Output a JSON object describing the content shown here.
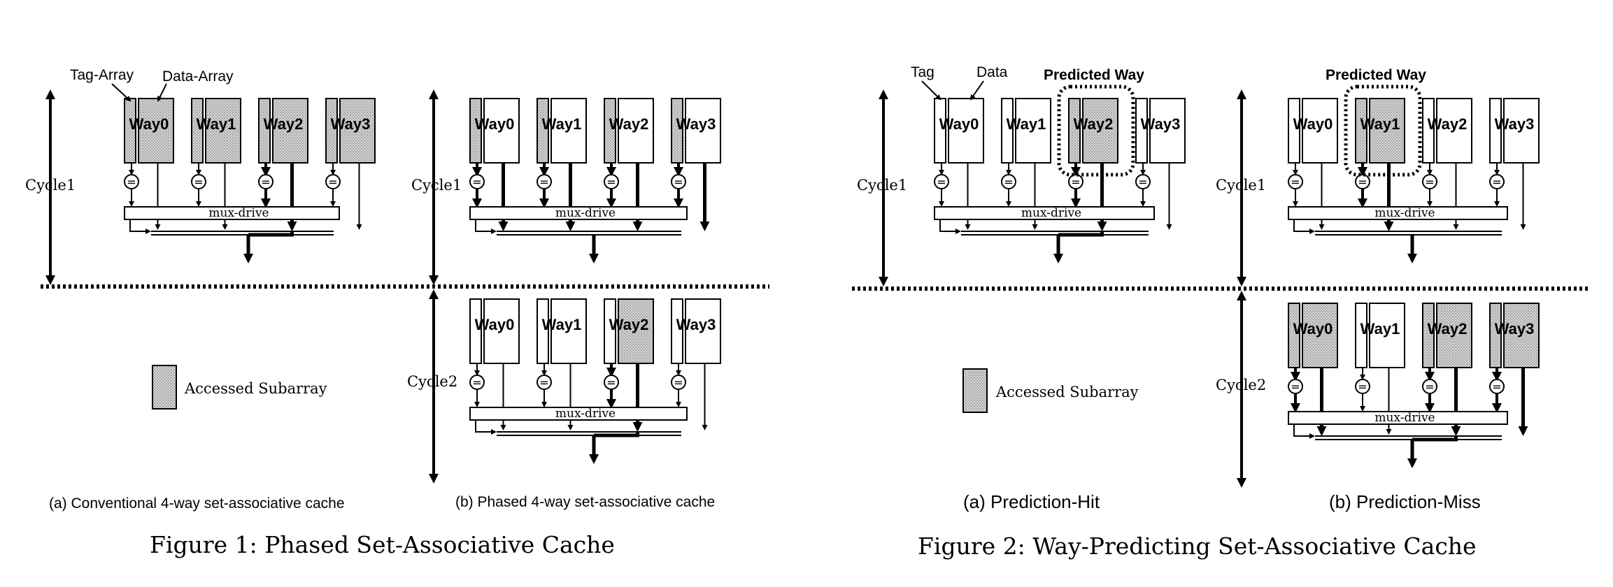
{
  "colors": {
    "accessed_fill": "#cfcfcf",
    "line": "#000000",
    "background": "#ffffff"
  },
  "fig1": {
    "caption": "Figure 1: Phased Set-Associative Cache",
    "label_tag_array": "Tag-Array",
    "label_data_array": "Data-Array",
    "legend_label": "Accessed Subarray",
    "cycle1": "Cycle1",
    "cycle2": "Cycle2",
    "mux_label": "mux-drive",
    "sub_a": "(a) Conventional 4-way set-associative cache",
    "sub_b": "(b) Phased 4-way set-associative cache",
    "ways": [
      "Way0",
      "Way1",
      "Way2",
      "Way3"
    ]
  },
  "fig2": {
    "caption": "Figure 2: Way-Predicting Set-Associative Cache",
    "label_tag": "Tag",
    "label_data": "Data",
    "predicted_way": "Predicted Way",
    "legend_label": "Accessed Subarray",
    "cycle1": "Cycle1",
    "cycle2": "Cycle2",
    "mux_label": "mux-drive",
    "sub_a": "(a) Prediction-Hit",
    "sub_b": "(b) Prediction-Miss",
    "ways": [
      "Way0",
      "Way1",
      "Way2",
      "Way3"
    ]
  }
}
